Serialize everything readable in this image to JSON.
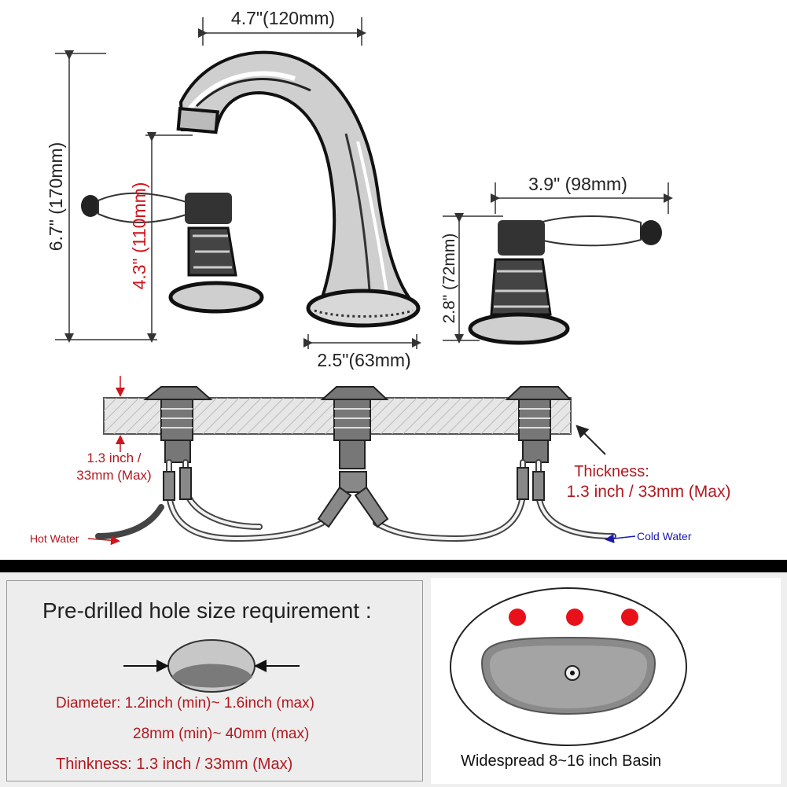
{
  "dimensions": {
    "spout_width": "4.7\"(120mm)",
    "overall_height": "6.7\" (170mm)",
    "spout_height": "4.3\" (110mm)",
    "base_diameter": "2.5\"(63mm)",
    "handle_length": "3.9\" (98mm)",
    "handle_height": "2.8\" (72mm)"
  },
  "installation": {
    "max_deck_thickness_left": "1.3 inch / 33mm (Max)",
    "thickness_label": "Thickness:",
    "thickness_value": "1.3 inch / 33mm (Max)",
    "hot_water": "Hot Water",
    "cold_water": "Cold Water"
  },
  "hole_requirement": {
    "title": "Pre-drilled hole size requirement :",
    "diameter_label": "Diameter:",
    "diameter_inch": "1.2inch (min)~ 1.6inch (max)",
    "diameter_mm": "28mm (min)~ 40mm (max)",
    "thickness_label": "Thinkness:",
    "thickness_value": "1.3 inch / 33mm (Max)"
  },
  "basin": {
    "caption": "Widespread 8~16 inch Basin"
  },
  "colors": {
    "dimension_red": "#d0141c",
    "label_dark_red": "#b2181e",
    "cold_blue": "#1a1ab0",
    "hole_red": "#e8111a"
  },
  "icons": {
    "faucet": "faucet-icon",
    "handle_left": "lever-handle-icon",
    "handle_right": "lever-handle-icon",
    "hole": "drilled-hole-icon",
    "basin": "basin-icon"
  }
}
